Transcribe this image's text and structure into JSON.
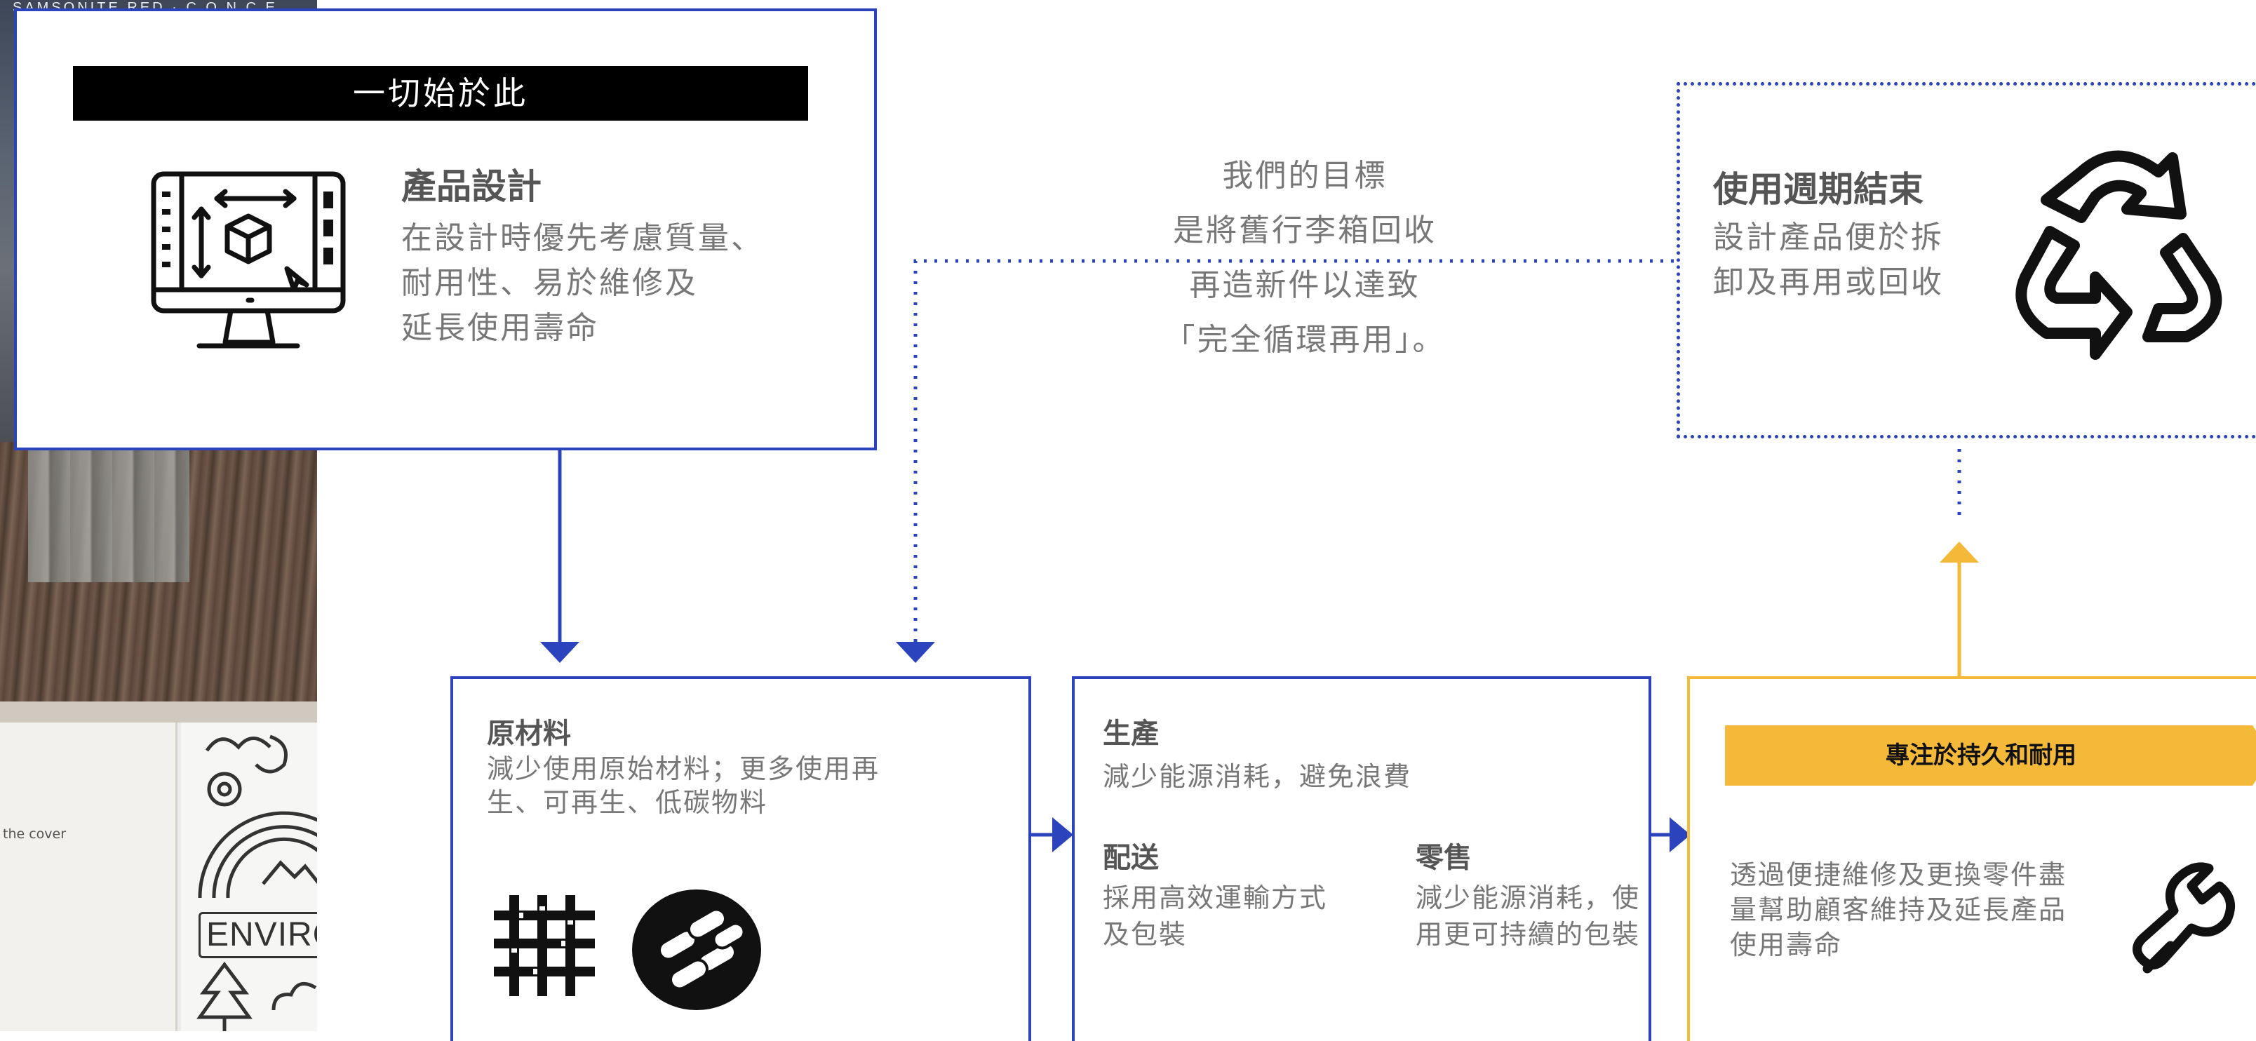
{
  "photo": {
    "header": "SAMSONITE RED · C O N C E",
    "caption": "the cover",
    "enviro": "ENVIRO"
  },
  "design": {
    "banner": "一切始於此",
    "title": "產品設計",
    "lines": [
      "在設計時優先考慮質量、",
      "耐用性、易於維修及",
      "延長使用壽命"
    ],
    "icon": "computer-design-icon"
  },
  "goal": {
    "lines": [
      "我們的目標",
      "是將舊行李箱回收",
      "再造新件以達致",
      "「完全循環再用」。"
    ]
  },
  "end_of_life": {
    "title": "使用週期結束",
    "lines": [
      "設計產品便於拆",
      "卸及再用或回收"
    ],
    "icon": "recycle-icon"
  },
  "materials": {
    "title": "原材料",
    "lines": [
      "減少使用原始材料；更多使用再",
      "生、可再生、低碳物料"
    ],
    "icons": [
      "fabric-weave-icon",
      "fiber-bundle-icon"
    ]
  },
  "production": {
    "title": "生產",
    "desc": "減少能源消耗，避免浪費",
    "delivery_title": "配送",
    "delivery_lines": [
      "採用高效運輸方式",
      "及包裝"
    ],
    "retail_title": "零售",
    "retail_lines": [
      "減少能源消耗，使",
      "用更可持續的包裝"
    ]
  },
  "durability": {
    "banner": "專注於持久和耐用",
    "lines": [
      "透過便捷維修及更換零件盡",
      "量幫助顧客維持及延長產品",
      "使用壽命"
    ],
    "icon": "wrench-icon"
  },
  "colors": {
    "blue": "#2b44bd",
    "yellow": "#f5b93a",
    "text": "#666666"
  }
}
